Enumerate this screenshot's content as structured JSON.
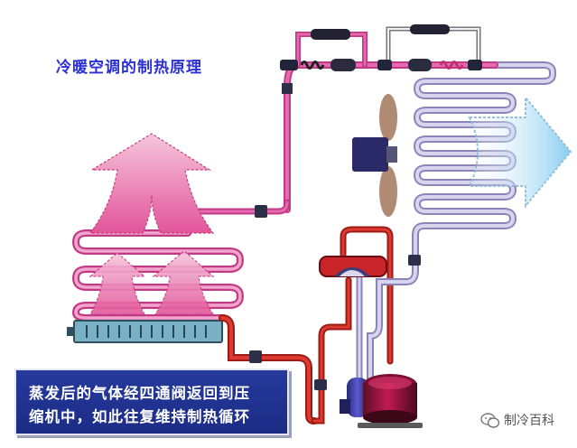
{
  "title": "冷暖空调的制热原理",
  "caption": {
    "line1": "蒸发后的气体经四通阀返回到压",
    "line2": "缩机中，如此往复维持制热循环"
  },
  "watermark": "制冷百科",
  "colors": {
    "hot_pipe": "#d9479a",
    "cool_pipe": "#b9b4d8",
    "red_pipe": "#d7342c",
    "title_text": "#2a2fd6",
    "caption_bg": "#1f2f8c",
    "cool_arrow": "#9fd6f2",
    "warm_arrow": "#ee7fae"
  },
  "icons": [
    "fan-icon",
    "wechat-icon"
  ]
}
